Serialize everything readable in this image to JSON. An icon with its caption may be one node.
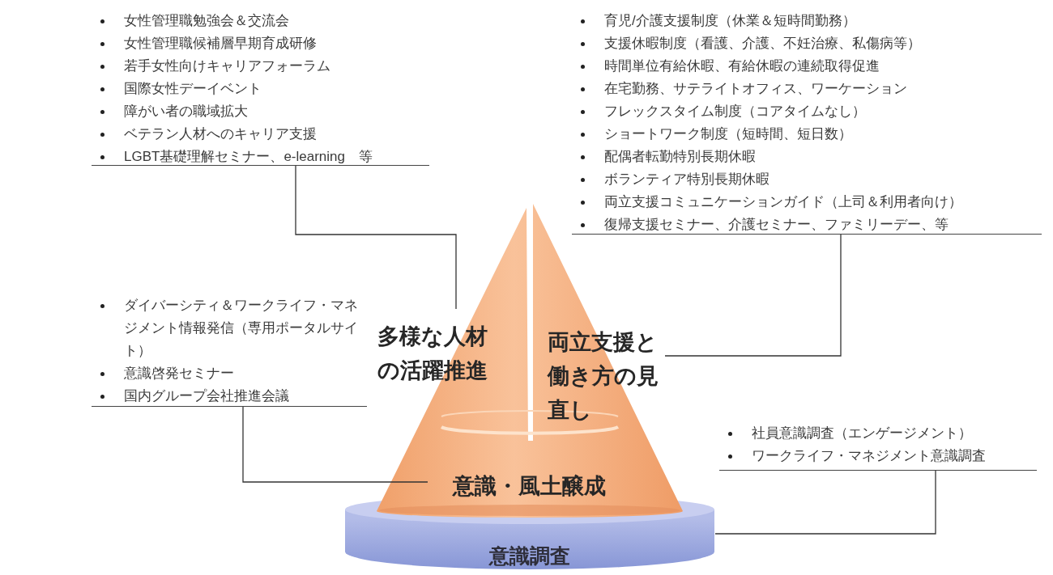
{
  "diagram": {
    "nodes": [
      {
        "text": [
          "女性管理職勉強会＆交流会",
          "女性管理職候補層早期育成研修",
          "若手女性向けキャリアフォーラム",
          "国際女性デーイベント",
          "障がい者の職域拡大",
          "ベテラン人材へのキャリア支援",
          "LGBT基礎理解セミナー、e-learning　等"
        ]
      },
      {
        "text": [
          "育児/介護支援制度（休業＆短時間勤務）",
          "支援休暇制度（看護、介護、不妊治療、私傷病等）",
          "時間単位有給休暇、有給休暇の連続取得促進",
          "在宅勤務、サテライトオフィス、ワーケーション",
          "フレックスタイム制度（コアタイムなし）",
          "ショートワーク制度（短時間、短日数）",
          "配偶者転勤特別長期休暇",
          "ボランティア特別長期休暇",
          "両立支援コミュニケーションガイド（上司＆利用者向け）",
          "復帰支援セミナー、介護セミナー、ファミリーデー、等"
        ]
      },
      {
        "text": [
          "ダイバーシティ＆ワークライフ・マネジメント情報発信（専用ポータルサイト）",
          "意識啓発セミナー",
          "国内グループ会社推進会議"
        ]
      },
      {
        "text": [
          "社員意識調査（エンゲージメント）",
          "ワークライフ・マネジメント意識調査"
        ]
      },
      {
        "text": [
          "多様な人材の活躍推進"
        ]
      },
      {
        "text": [
          "両立支援と働き方の見直し"
        ]
      },
      {
        "text": [
          "意識・風土醸成"
        ]
      },
      {
        "text": [
          "意識調査"
        ]
      }
    ],
    "edges": [
      {
        "from": 0,
        "to": 4,
        "arrow": "none"
      },
      {
        "from": 1,
        "to": 5,
        "arrow": "none"
      },
      {
        "from": 2,
        "to": 6,
        "arrow": "none"
      },
      {
        "from": 3,
        "to": 7,
        "arrow": "none"
      }
    ]
  }
}
